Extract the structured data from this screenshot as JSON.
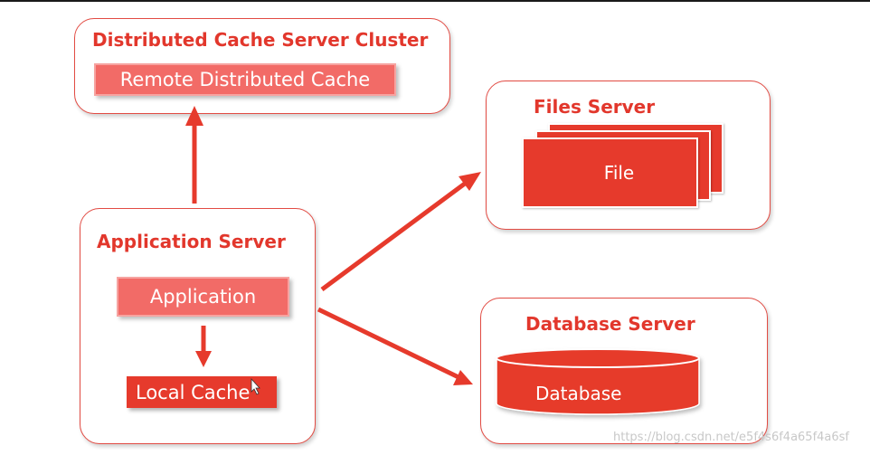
{
  "colors": {
    "accent": "#e2372c",
    "border": "#e24b43",
    "box_light": "#f26b67",
    "box_dark": "#e63a2c",
    "arrow": "#e63a2c"
  },
  "cache_cluster": {
    "title": "Distributed Cache Server Cluster",
    "remote_cache_label": "Remote Distributed Cache"
  },
  "files_server": {
    "title": "Files Server",
    "file_label": "File"
  },
  "app_server": {
    "title": "Application Server",
    "application_label": "Application",
    "local_cache_label": "Local Cache"
  },
  "database_server": {
    "title": "Database Server",
    "database_label": "Database"
  },
  "watermark": "https://blog.csdn.net/e5f4s6f4a65f4a6sf"
}
